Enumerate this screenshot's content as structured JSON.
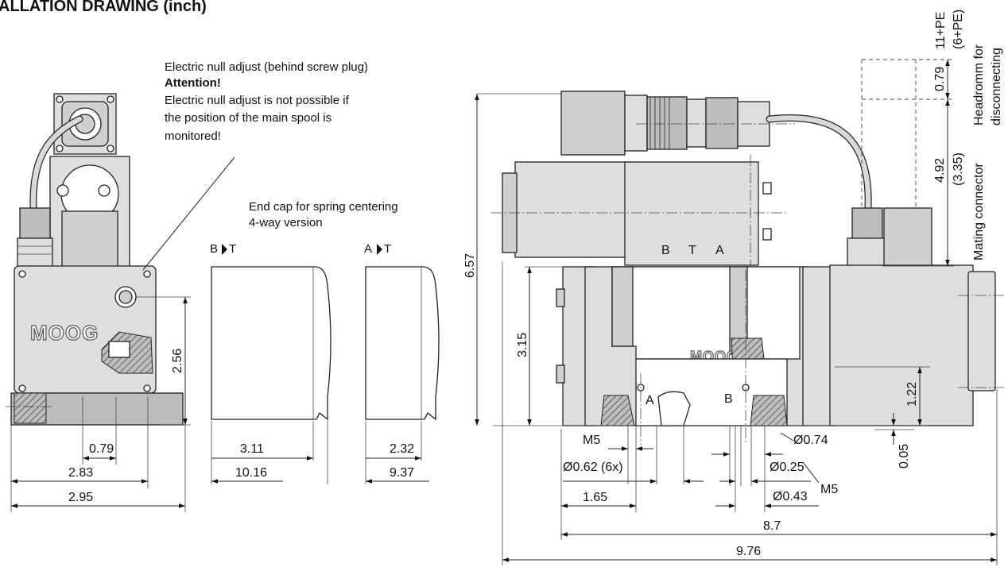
{
  "title": "ALLATION DRAWING (inch)",
  "brand": "MOOG",
  "note": {
    "line1": "Electric null adjust (behind screw plug)",
    "attention": "Attention!",
    "line2": "Electric null adjust is not possible if",
    "line3": "the position of the main spool is",
    "line4": "monitored!"
  },
  "end_cap": {
    "line1": "End cap for spring centering",
    "line2": "4-way version",
    "bt_label": "B",
    "bt_suffix": "T",
    "at_label": "A",
    "at_suffix": "T"
  },
  "ports": {
    "b": "B",
    "t": "T",
    "a": "A",
    "a_lower": "A",
    "b_lower": "B"
  },
  "connector": {
    "pins": "11+PE",
    "pins_alt": "(6+PE)",
    "headroom1": "Headromm for",
    "headroom2": "disconnecting",
    "mating": "Mating connector"
  },
  "dims": {
    "left_079": "0.79",
    "left_283": "2.83",
    "left_295": "2.95",
    "left_256": "2.56",
    "cap_311": "3.11",
    "cap_1016": "10.16",
    "cap_232": "2.32",
    "cap_937": "9.37",
    "h_657": "6.57",
    "h_315": "3.15",
    "m5_a": "M5",
    "d062": "Ø0.62 (6x)",
    "d165": "1.65",
    "d074": "Ø0.74",
    "d025": "Ø0.25",
    "m5_b": "M5",
    "d043": "Ø0.43",
    "d87": "8.7",
    "d976": "9.76",
    "d122": "1.22",
    "d005": "0.05",
    "d079r": "0.79",
    "d492": "4.92",
    "d335": "(3.35)"
  }
}
